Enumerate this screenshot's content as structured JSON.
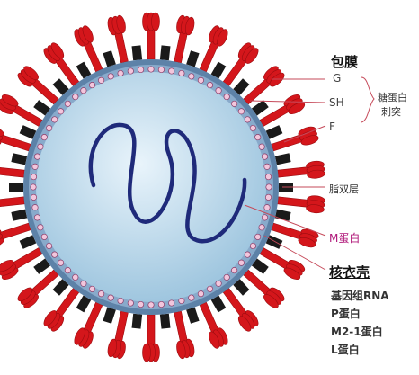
{
  "labels": {
    "envelope": "包膜",
    "g": "G",
    "sh": "SH",
    "f": "F",
    "glyco_line1": "糖蛋白",
    "glyco_line2": "刺突",
    "lipid": "脂双层",
    "m_protein": "M蛋白",
    "nucleocapsid": "核衣壳",
    "genome": "基因组RNA",
    "p_protein": "P蛋白",
    "m21_protein": "M2-1蛋白",
    "l_protein": "L蛋白"
  },
  "colors": {
    "spike": "#d4161b",
    "spike_dark": "#9b0c10",
    "sh_block": "#1a1a1a",
    "membrane": "#6b8fb0",
    "core": "#a9cde4",
    "m_protein": "#f2c6dc",
    "genome": "#1f2a7a",
    "leader": "#c64a5a"
  }
}
